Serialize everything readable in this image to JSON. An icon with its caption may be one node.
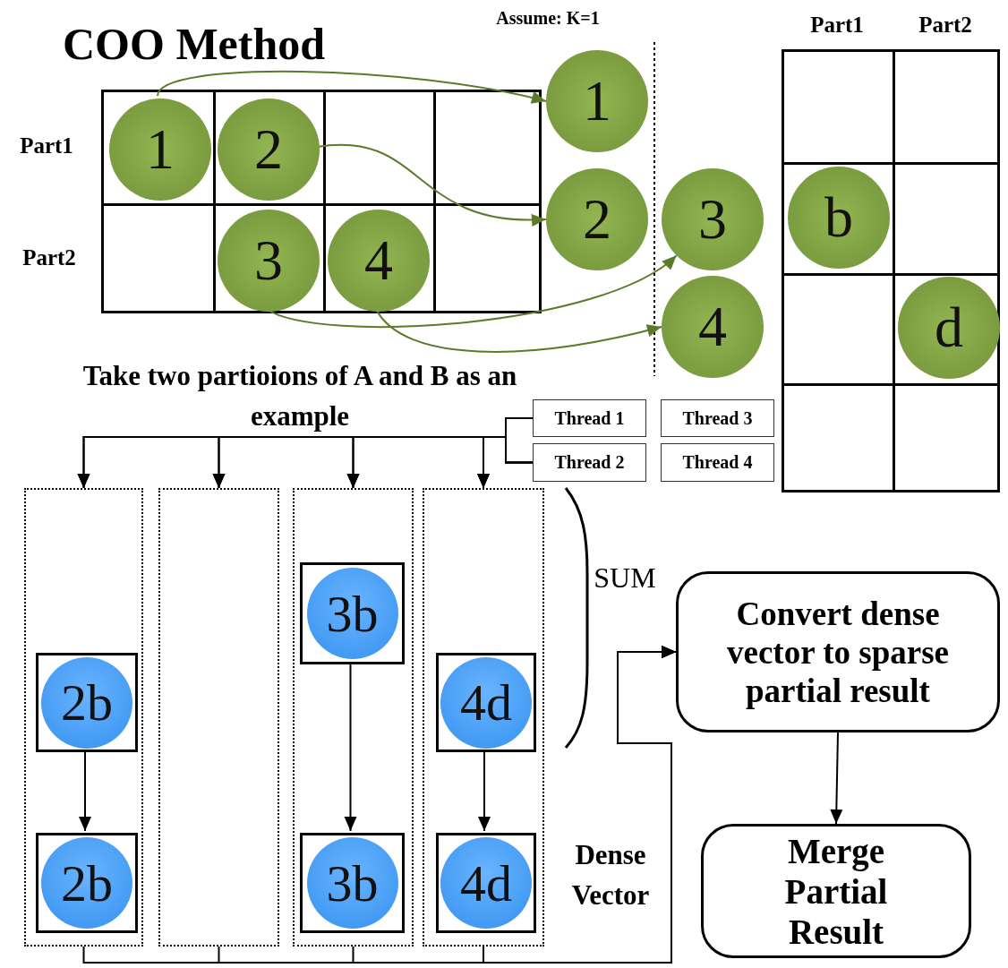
{
  "diagram": {
    "title": "COO Method",
    "nodes": [
      {
        "text": [],
        "shape": "box"
      },
      {
        "text": [
          "1"
        ],
        "in": 0
      },
      {
        "text": [
          "2"
        ],
        "in": 0
      },
      {
        "text": [
          "3"
        ],
        "in": 0
      },
      {
        "text": [
          "4"
        ],
        "in": 0
      },
      {
        "text": [
          "1"
        ]
      },
      {
        "text": [
          "2"
        ]
      },
      {
        "text": [
          "3"
        ]
      },
      {
        "text": [
          "4"
        ]
      },
      {
        "text": [],
        "shape": "box"
      },
      {
        "text": [
          "b"
        ],
        "in": 9
      },
      {
        "text": [
          "d"
        ],
        "in": 9
      },
      {
        "text": [
          "Thread 1"
        ]
      },
      {
        "text": [
          "Thread 2"
        ]
      },
      {
        "text": [
          "Thread 3"
        ]
      },
      {
        "text": [
          "Thread 4"
        ]
      },
      {
        "text": [],
        "shape": "box"
      },
      {
        "text": [],
        "shape": "box"
      },
      {
        "text": [],
        "shape": "box"
      },
      {
        "text": [],
        "shape": "box"
      },
      {
        "text": [
          "2b"
        ],
        "in": 16
      },
      {
        "text": [
          "2b"
        ],
        "in": 16
      },
      {
        "text": [
          "3b"
        ],
        "in": 18
      },
      {
        "text": [
          "3b"
        ],
        "in": 18
      },
      {
        "text": [
          "4d"
        ],
        "in": 19
      },
      {
        "text": [
          "4d"
        ],
        "in": 19
      },
      {
        "text": [
          "Convert dense vector to sparse partial result"
        ]
      },
      {
        "text": [
          "Merge Partial Result"
        ]
      }
    ],
    "edges": [
      {
        "from": 1,
        "to": 5,
        "arrow": "to",
        "color": "#5b7a2a"
      },
      {
        "from": 2,
        "to": 6,
        "arrow": "to",
        "color": "#5b7a2a"
      },
      {
        "from": 3,
        "to": 7,
        "arrow": "to",
        "color": "#5b7a2a"
      },
      {
        "from": 4,
        "to": 8,
        "arrow": "to",
        "color": "#5b7a2a"
      },
      {
        "from": 12,
        "to": 16,
        "arrow": "to"
      },
      {
        "from": 13,
        "to": 16,
        "arrow": "to"
      },
      {
        "from": 12,
        "to": 17,
        "arrow": "to"
      },
      {
        "from": 13,
        "to": 17,
        "arrow": "to"
      },
      {
        "from": 12,
        "to": 18,
        "arrow": "to"
      },
      {
        "from": 13,
        "to": 18,
        "arrow": "to"
      },
      {
        "from": 12,
        "to": 19,
        "arrow": "to"
      },
      {
        "from": 13,
        "to": 19,
        "arrow": "to"
      },
      {
        "from": 20,
        "to": 21,
        "arrow": "to"
      },
      {
        "from": 22,
        "to": 23,
        "arrow": "to"
      },
      {
        "from": 24,
        "to": 25,
        "arrow": "to"
      },
      {
        "from": 16,
        "to": 26,
        "arrow": "to"
      },
      {
        "from": 17,
        "to": 26,
        "arrow": "to"
      },
      {
        "from": 18,
        "to": 26,
        "arrow": "to"
      },
      {
        "from": 19,
        "to": 26,
        "arrow": "to"
      },
      {
        "from": 26,
        "to": 27,
        "arrow": "to"
      }
    ],
    "labels": [
      "Assume: K=1",
      "Part1",
      "Part2",
      "Part1",
      "Part2",
      "Take two partioions of A and B as an example",
      "SUM",
      "Dense Vector"
    ]
  }
}
